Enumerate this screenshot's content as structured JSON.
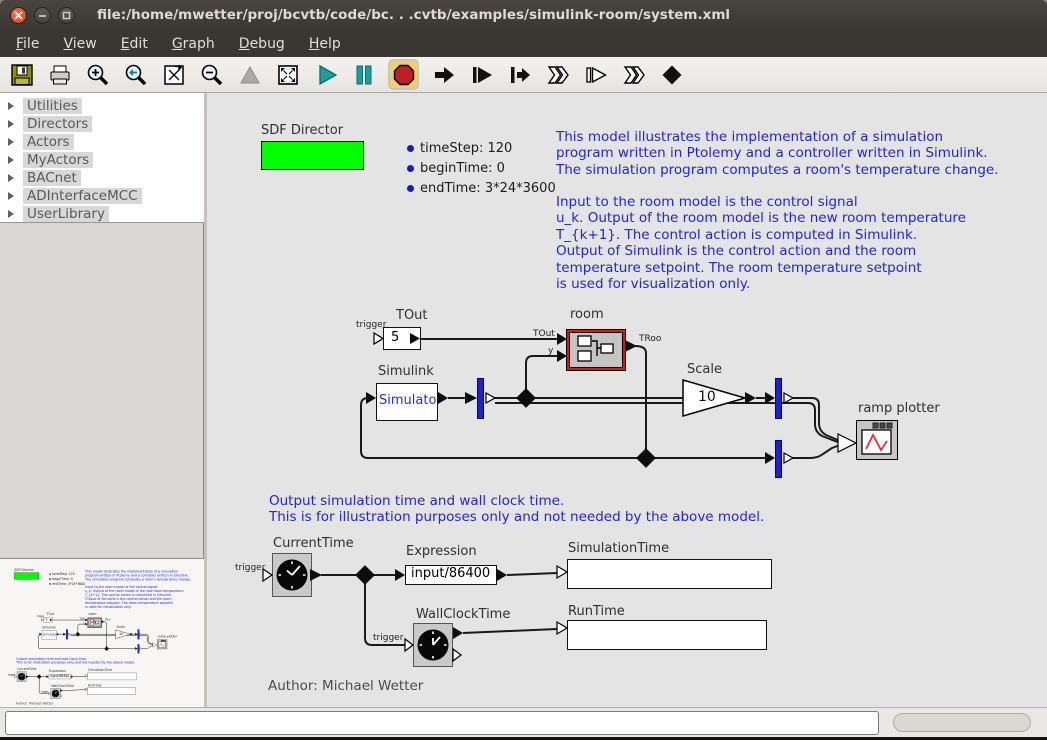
{
  "window": {
    "title": "file:/home/mwetter/proj/bcvtb/code/bc. . .cvtb/examples/simulink-room/system.xml"
  },
  "menu": {
    "items": [
      "File",
      "View",
      "Edit",
      "Graph",
      "Debug",
      "Help"
    ]
  },
  "toolbar": {
    "icons": [
      "save",
      "print",
      "zoom-in",
      "zoom-reset",
      "zoom-fit",
      "zoom-out",
      "move-up",
      "fullscreen",
      "run",
      "pause",
      "stop",
      "step",
      "step-in",
      "step-out",
      "step-over",
      "resume",
      "step-back",
      "breakpoint"
    ]
  },
  "sidebar": {
    "items": [
      {
        "label": "Utilities"
      },
      {
        "label": "Directors"
      },
      {
        "label": "Actors"
      },
      {
        "label": "MyActors"
      },
      {
        "label": "BACnet"
      },
      {
        "label": "ADInterfaceMCC"
      },
      {
        "label": "UserLibrary"
      }
    ]
  },
  "canvas": {
    "director_label": "SDF Director",
    "params": [
      {
        "text": "timeStep: 120"
      },
      {
        "text": "beginTime: 0"
      },
      {
        "text": "endTime: 3*24*3600"
      }
    ],
    "annotations": {
      "intro": "This model illustrates the implementation of a simulation\nprogram written in Ptolemy and a controller written in Simulink.\nThe simulation program computes a room's temperature change.",
      "detail": "Input to the room model is the control signal\nu_k. Output of the room model is the new room temperature\nT_{k+1}. The control action is computed in Simulink.\nOutput of Simulink is the control action and the room\ntemperature setpoint. The room temperature setpoint\nis used for visualization only.",
      "bottom": "Output simulation time and wall clock time.\nThis is for illustration purposes only and not needed by the above model."
    },
    "blocks": {
      "tout": {
        "label": "TOut",
        "value": "5",
        "trigger": "trigger"
      },
      "room": {
        "label": "room"
      },
      "simulink": {
        "label": "Simulink",
        "value": "Simulato"
      },
      "scale": {
        "label": "Scale",
        "value": "10"
      },
      "plotter": {
        "label": "ramp plotter"
      },
      "current_time": {
        "label": "CurrentTime",
        "trigger": "trigger"
      },
      "expression": {
        "label": "Expression",
        "value": "input/86400"
      },
      "simulation_time": {
        "label": "SimulationTime",
        "value": ""
      },
      "wall_clock": {
        "label": "WallClockTime",
        "trigger": "trigger"
      },
      "run_time": {
        "label": "RunTime",
        "value": ""
      }
    },
    "ports": {
      "tout_in": "TOut",
      "y_in": "y",
      "troo_out": "TRoo"
    },
    "author": "Author: Michael Wetter"
  },
  "status": {
    "message": ""
  },
  "colors": {
    "annotation_blue": "#2424d8",
    "director_green": "#00ff00",
    "relation_blue": "#2121cc",
    "selection_red": "#cf1d1d",
    "run_teal": "#18a0a0",
    "stop_red": "#c01f1f",
    "stop_bg": "#f1d06a",
    "canvas_bg": "#e4e4e4",
    "titlebar_bg": "#3a3732",
    "close_orange": "#e0522e",
    "plot_line_red": "#e03030"
  }
}
